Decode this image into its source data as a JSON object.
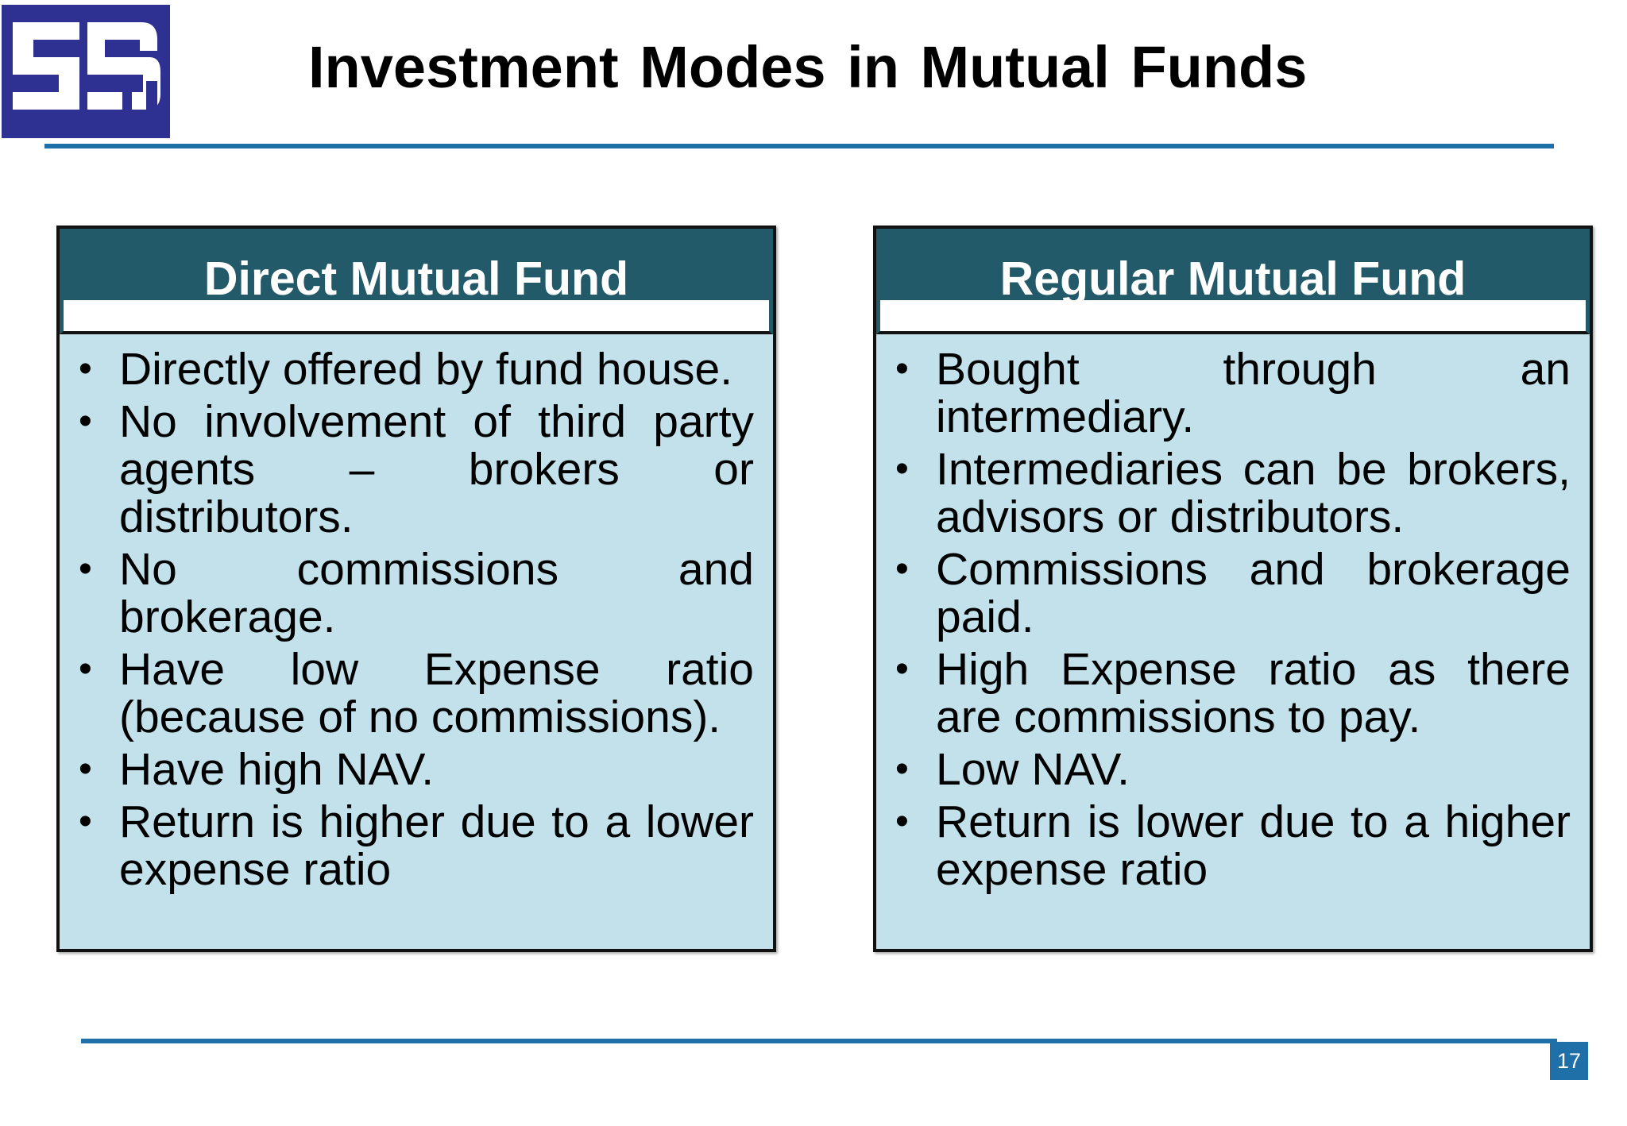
{
  "logo": {
    "name": "sebi-logo",
    "text": "SEBI",
    "color": "#2e3192"
  },
  "title": "Investment Modes in Mutual Funds",
  "panels": {
    "left": {
      "heading": "Direct Mutual Fund",
      "bullets": [
        "Directly offered by fund house.",
        "No involvement of third party agents – brokers or distributors.",
        "No commissions and brokerage.",
        "Have low Expense ratio (because of no commissions).",
        "Have high NAV.",
        "Return is higher due to a lower expense ratio"
      ]
    },
    "right": {
      "heading": "Regular Mutual Fund",
      "bullets": [
        "Bought through an intermediary.",
        "Intermediaries can be brokers, advisors or distributors.",
        "Commissions and brokerage paid.",
        "High Expense ratio as there are commissions to pay.",
        "Low NAV.",
        "Return is lower due to a higher expense ratio"
      ]
    }
  },
  "page_number": "17",
  "colors": {
    "accent_blue": "#1f6fa8",
    "header_teal": "#235a6a",
    "panel_bg": "#c2e1ea"
  }
}
